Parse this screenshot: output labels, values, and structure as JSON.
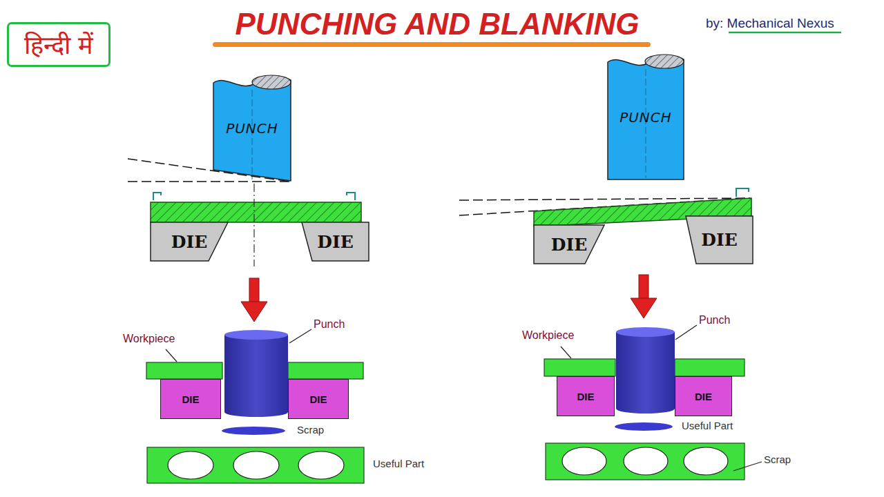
{
  "diagram": {
    "title": "PUNCHING AND BLANKING",
    "nodes": [
      {
        "text": [
          "हिन्दी में"
        ]
      },
      {
        "text": [
          "PUNCH"
        ]
      },
      {
        "text": [
          "DIE"
        ]
      },
      {
        "text": [
          "DIE"
        ]
      },
      {
        "text": [
          "PUNCH"
        ]
      },
      {
        "text": [
          "DIE"
        ]
      },
      {
        "text": [
          "DIE"
        ]
      },
      {
        "text": [
          "DIE"
        ]
      },
      {
        "text": [
          "DIE"
        ]
      },
      {
        "text": [
          "DIE"
        ]
      },
      {
        "text": [
          "DIE"
        ]
      }
    ],
    "labels": [
      "by: Mechanical Nexus",
      "Workpiece",
      "Punch",
      "Scrap",
      "Useful Part",
      "Workpiece",
      "Punch",
      "Useful Part",
      "Scrap"
    ]
  }
}
